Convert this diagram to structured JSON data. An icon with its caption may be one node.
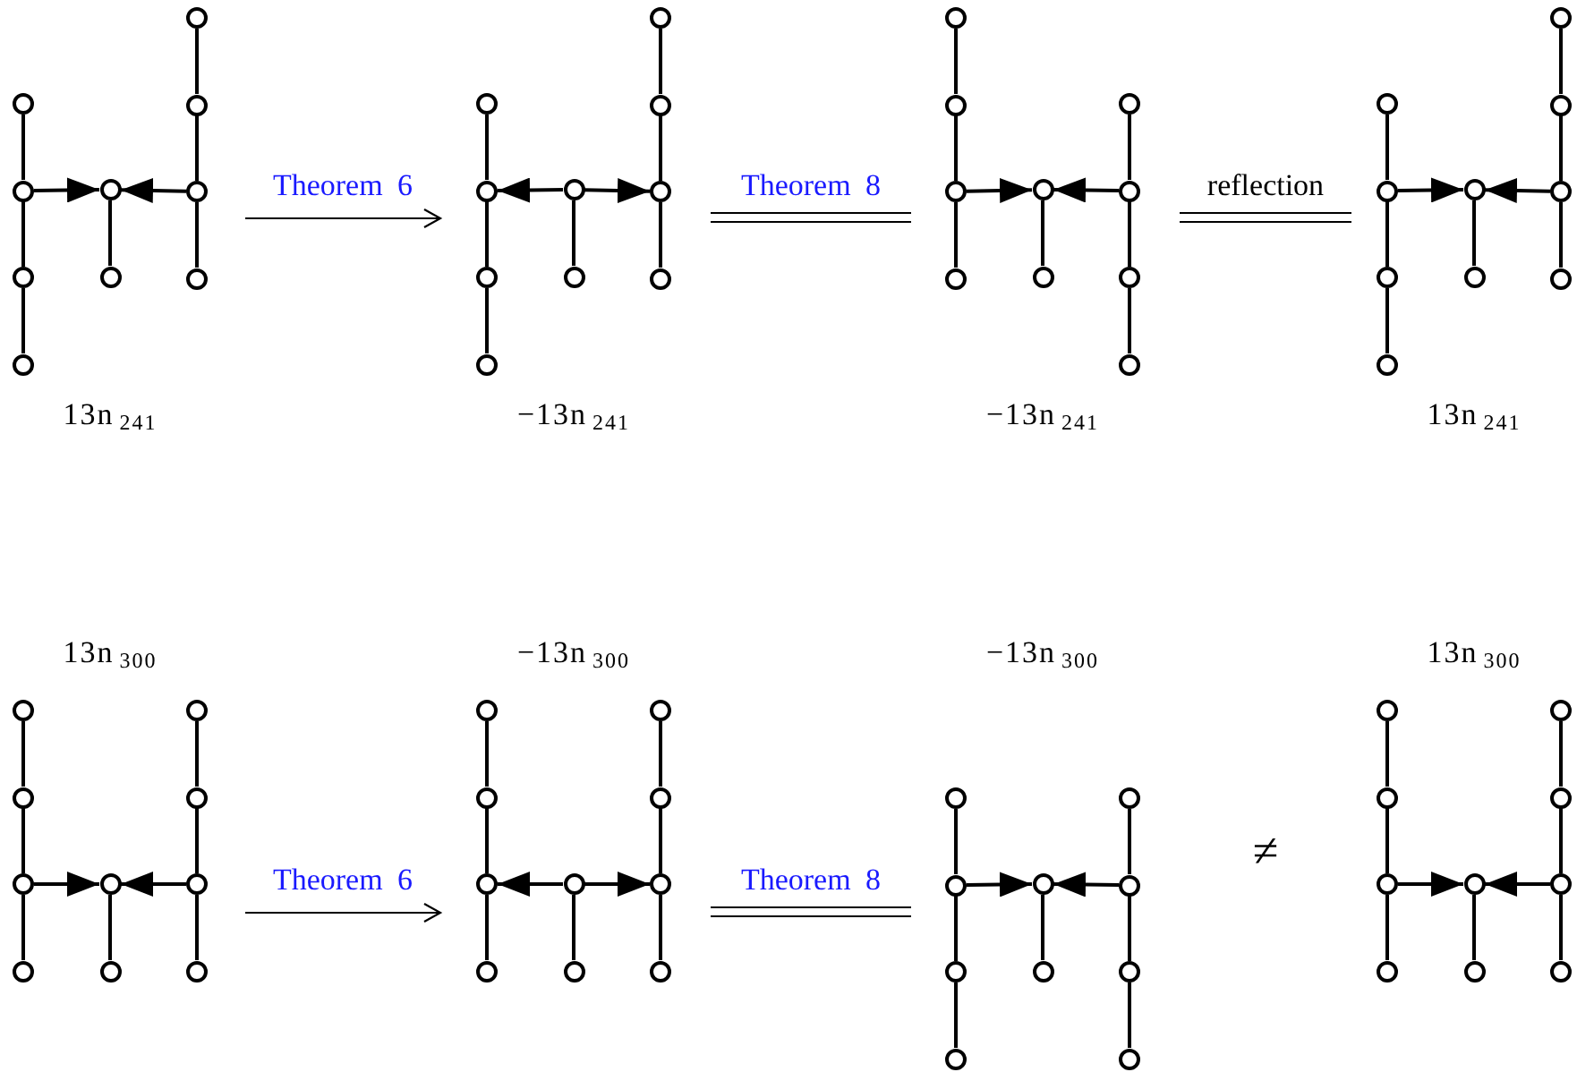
{
  "diagram": {
    "nodes": [
      {
        "text": [
          "13n$_{241}$"
        ]
      },
      {
        "text": [],
        "shape": "circle",
        "in": 0
      },
      {
        "text": [],
        "shape": "circle",
        "in": 0
      },
      {
        "text": [],
        "shape": "circle",
        "in": 0
      },
      {
        "text": [],
        "shape": "circle",
        "in": 0
      },
      {
        "text": [],
        "shape": "circle",
        "in": 0
      },
      {
        "text": [],
        "shape": "circle",
        "in": 0
      },
      {
        "text": [],
        "shape": "circle",
        "in": 0
      },
      {
        "text": [],
        "shape": "circle",
        "in": 0
      },
      {
        "text": [],
        "shape": "circle",
        "in": 0
      },
      {
        "text": [],
        "shape": "circle",
        "in": 0
      },
      {
        "text": [
          "−13n$_{241}$"
        ]
      },
      {
        "text": [],
        "shape": "circle",
        "in": 11
      },
      {
        "text": [],
        "shape": "circle",
        "in": 11
      },
      {
        "text": [],
        "shape": "circle",
        "in": 11
      },
      {
        "text": [],
        "shape": "circle",
        "in": 11
      },
      {
        "text": [],
        "shape": "circle",
        "in": 11
      },
      {
        "text": [],
        "shape": "circle",
        "in": 11
      },
      {
        "text": [],
        "shape": "circle",
        "in": 11
      },
      {
        "text": [],
        "shape": "circle",
        "in": 11
      },
      {
        "text": [],
        "shape": "circle",
        "in": 11
      },
      {
        "text": [],
        "shape": "circle",
        "in": 11
      },
      {
        "text": [
          "−13n$_{241}$"
        ]
      },
      {
        "text": [],
        "shape": "circle",
        "in": 22
      },
      {
        "text": [],
        "shape": "circle",
        "in": 22
      },
      {
        "text": [],
        "shape": "circle",
        "in": 22
      },
      {
        "text": [],
        "shape": "circle",
        "in": 22
      },
      {
        "text": [],
        "shape": "circle",
        "in": 22
      },
      {
        "text": [],
        "shape": "circle",
        "in": 22
      },
      {
        "text": [],
        "shape": "circle",
        "in": 22
      },
      {
        "text": [],
        "shape": "circle",
        "in": 22
      },
      {
        "text": [],
        "shape": "circle",
        "in": 22
      },
      {
        "text": [],
        "shape": "circle",
        "in": 22
      },
      {
        "text": [
          "13n$_{241}$"
        ]
      },
      {
        "text": [],
        "shape": "circle",
        "in": 33
      },
      {
        "text": [],
        "shape": "circle",
        "in": 33
      },
      {
        "text": [],
        "shape": "circle",
        "in": 33
      },
      {
        "text": [],
        "shape": "circle",
        "in": 33
      },
      {
        "text": [],
        "shape": "circle",
        "in": 33
      },
      {
        "text": [],
        "shape": "circle",
        "in": 33
      },
      {
        "text": [],
        "shape": "circle",
        "in": 33
      },
      {
        "text": [],
        "shape": "circle",
        "in": 33
      },
      {
        "text": [],
        "shape": "circle",
        "in": 33
      },
      {
        "text": [],
        "shape": "circle",
        "in": 33
      },
      {
        "text": [
          "13n$_{300}$"
        ]
      },
      {
        "text": [],
        "shape": "circle",
        "in": 44
      },
      {
        "text": [],
        "shape": "circle",
        "in": 44
      },
      {
        "text": [],
        "shape": "circle",
        "in": 44
      },
      {
        "text": [],
        "shape": "circle",
        "in": 44
      },
      {
        "text": [],
        "shape": "circle",
        "in": 44
      },
      {
        "text": [],
        "shape": "circle",
        "in": 44
      },
      {
        "text": [],
        "shape": "circle",
        "in": 44
      },
      {
        "text": [],
        "shape": "circle",
        "in": 44
      },
      {
        "text": [],
        "shape": "circle",
        "in": 44
      },
      {
        "text": [],
        "shape": "circle",
        "in": 44
      },
      {
        "text": [
          "−13n$_{300}$"
        ]
      },
      {
        "text": [],
        "shape": "circle",
        "in": 55
      },
      {
        "text": [],
        "shape": "circle",
        "in": 55
      },
      {
        "text": [],
        "shape": "circle",
        "in": 55
      },
      {
        "text": [],
        "shape": "circle",
        "in": 55
      },
      {
        "text": [],
        "shape": "circle",
        "in": 55
      },
      {
        "text": [],
        "shape": "circle",
        "in": 55
      },
      {
        "text": [],
        "shape": "circle",
        "in": 55
      },
      {
        "text": [],
        "shape": "circle",
        "in": 55
      },
      {
        "text": [],
        "shape": "circle",
        "in": 55
      },
      {
        "text": [],
        "shape": "circle",
        "in": 55
      },
      {
        "text": [
          "−13n$_{300}$"
        ]
      },
      {
        "text": [],
        "shape": "circle",
        "in": 66
      },
      {
        "text": [],
        "shape": "circle",
        "in": 66
      },
      {
        "text": [],
        "shape": "circle",
        "in": 66
      },
      {
        "text": [],
        "shape": "circle",
        "in": 66
      },
      {
        "text": [],
        "shape": "circle",
        "in": 66
      },
      {
        "text": [],
        "shape": "circle",
        "in": 66
      },
      {
        "text": [],
        "shape": "circle",
        "in": 66
      },
      {
        "text": [],
        "shape": "circle",
        "in": 66
      },
      {
        "text": [],
        "shape": "circle",
        "in": 66
      },
      {
        "text": [],
        "shape": "circle",
        "in": 66
      },
      {
        "text": [
          "13n$_{300}$"
        ]
      },
      {
        "text": [],
        "shape": "circle",
        "in": 77
      },
      {
        "text": [],
        "shape": "circle",
        "in": 77
      },
      {
        "text": [],
        "shape": "circle",
        "in": 77
      },
      {
        "text": [],
        "shape": "circle",
        "in": 77
      },
      {
        "text": [],
        "shape": "circle",
        "in": 77
      },
      {
        "text": [],
        "shape": "circle",
        "in": 77
      },
      {
        "text": [],
        "shape": "circle",
        "in": 77
      },
      {
        "text": [],
        "shape": "circle",
        "in": 77
      },
      {
        "text": [],
        "shape": "circle",
        "in": 77
      },
      {
        "text": [],
        "shape": "circle",
        "in": 77
      }
    ],
    "edges": [
      {
        "from": 1,
        "to": 2,
        "arrow": "none"
      },
      {
        "from": 2,
        "to": 3,
        "arrow": "none"
      },
      {
        "from": 3,
        "to": 4,
        "arrow": "none"
      },
      {
        "from": 7,
        "to": 8,
        "arrow": "none"
      },
      {
        "from": 8,
        "to": 9,
        "arrow": "none"
      },
      {
        "from": 9,
        "to": 10,
        "arrow": "none"
      },
      {
        "from": 2,
        "to": 5,
        "arrow": "to"
      },
      {
        "from": 9,
        "to": 5,
        "arrow": "to"
      },
      {
        "from": 5,
        "to": 6,
        "arrow": "none"
      },
      {
        "from": 12,
        "to": 13,
        "arrow": "none"
      },
      {
        "from": 13,
        "to": 14,
        "arrow": "none"
      },
      {
        "from": 14,
        "to": 15,
        "arrow": "none"
      },
      {
        "from": 18,
        "to": 19,
        "arrow": "none"
      },
      {
        "from": 19,
        "to": 20,
        "arrow": "none"
      },
      {
        "from": 20,
        "to": 21,
        "arrow": "none"
      },
      {
        "from": 16,
        "to": 13,
        "arrow": "to"
      },
      {
        "from": 16,
        "to": 20,
        "arrow": "to"
      },
      {
        "from": 16,
        "to": 17,
        "arrow": "none"
      },
      {
        "from": 23,
        "to": 24,
        "arrow": "none"
      },
      {
        "from": 24,
        "to": 25,
        "arrow": "none"
      },
      {
        "from": 25,
        "to": 26,
        "arrow": "none"
      },
      {
        "from": 29,
        "to": 30,
        "arrow": "none"
      },
      {
        "from": 30,
        "to": 31,
        "arrow": "none"
      },
      {
        "from": 31,
        "to": 32,
        "arrow": "none"
      },
      {
        "from": 25,
        "to": 27,
        "arrow": "to"
      },
      {
        "from": 30,
        "to": 27,
        "arrow": "to"
      },
      {
        "from": 27,
        "to": 28,
        "arrow": "none"
      },
      {
        "from": 34,
        "to": 35,
        "arrow": "none"
      },
      {
        "from": 35,
        "to": 36,
        "arrow": "none"
      },
      {
        "from": 36,
        "to": 37,
        "arrow": "none"
      },
      {
        "from": 40,
        "to": 41,
        "arrow": "none"
      },
      {
        "from": 41,
        "to": 42,
        "arrow": "none"
      },
      {
        "from": 42,
        "to": 43,
        "arrow": "none"
      },
      {
        "from": 35,
        "to": 38,
        "arrow": "to"
      },
      {
        "from": 42,
        "to": 38,
        "arrow": "to"
      },
      {
        "from": 38,
        "to": 39,
        "arrow": "none"
      },
      {
        "from": 45,
        "to": 46,
        "arrow": "none"
      },
      {
        "from": 46,
        "to": 47,
        "arrow": "none"
      },
      {
        "from": 47,
        "to": 48,
        "arrow": "none"
      },
      {
        "from": 51,
        "to": 52,
        "arrow": "none"
      },
      {
        "from": 52,
        "to": 53,
        "arrow": "none"
      },
      {
        "from": 53,
        "to": 54,
        "arrow": "none"
      },
      {
        "from": 47,
        "to": 49,
        "arrow": "to"
      },
      {
        "from": 53,
        "to": 49,
        "arrow": "to"
      },
      {
        "from": 49,
        "to": 50,
        "arrow": "none"
      },
      {
        "from": 56,
        "to": 57,
        "arrow": "none"
      },
      {
        "from": 57,
        "to": 58,
        "arrow": "none"
      },
      {
        "from": 58,
        "to": 59,
        "arrow": "none"
      },
      {
        "from": 62,
        "to": 63,
        "arrow": "none"
      },
      {
        "from": 63,
        "to": 64,
        "arrow": "none"
      },
      {
        "from": 64,
        "to": 65,
        "arrow": "none"
      },
      {
        "from": 60,
        "to": 58,
        "arrow": "to"
      },
      {
        "from": 60,
        "to": 64,
        "arrow": "to"
      },
      {
        "from": 60,
        "to": 61,
        "arrow": "none"
      },
      {
        "from": 67,
        "to": 68,
        "arrow": "none"
      },
      {
        "from": 68,
        "to": 69,
        "arrow": "none"
      },
      {
        "from": 69,
        "to": 70,
        "arrow": "none"
      },
      {
        "from": 73,
        "to": 74,
        "arrow": "none"
      },
      {
        "from": 74,
        "to": 75,
        "arrow": "none"
      },
      {
        "from": 75,
        "to": 76,
        "arrow": "none"
      },
      {
        "from": 68,
        "to": 71,
        "arrow": "to"
      },
      {
        "from": 74,
        "to": 71,
        "arrow": "to"
      },
      {
        "from": 71,
        "to": 72,
        "arrow": "none"
      },
      {
        "from": 78,
        "to": 79,
        "arrow": "none"
      },
      {
        "from": 79,
        "to": 80,
        "arrow": "none"
      },
      {
        "from": 80,
        "to": 81,
        "arrow": "none"
      },
      {
        "from": 84,
        "to": 85,
        "arrow": "none"
      },
      {
        "from": 85,
        "to": 86,
        "arrow": "none"
      },
      {
        "from": 86,
        "to": 87,
        "arrow": "none"
      },
      {
        "from": 80,
        "to": 82,
        "arrow": "to"
      },
      {
        "from": 86,
        "to": 82,
        "arrow": "to"
      },
      {
        "from": 82,
        "to": 83,
        "arrow": "none"
      },
      {
        "from": 0,
        "to": 11,
        "arrow": "to",
        "label": "Theorem 6"
      },
      {
        "from": 11,
        "to": 22,
        "arrow": "none",
        "label": "Theorem 8"
      },
      {
        "from": 22,
        "to": 33,
        "arrow": "none",
        "label": "reflection"
      },
      {
        "from": 44,
        "to": 55,
        "arrow": "to",
        "label": "Theorem 6"
      },
      {
        "from": 55,
        "to": 66,
        "arrow": "none",
        "label": "Theorem 8"
      }
    ],
    "labels": [
      "≠"
    ]
  }
}
